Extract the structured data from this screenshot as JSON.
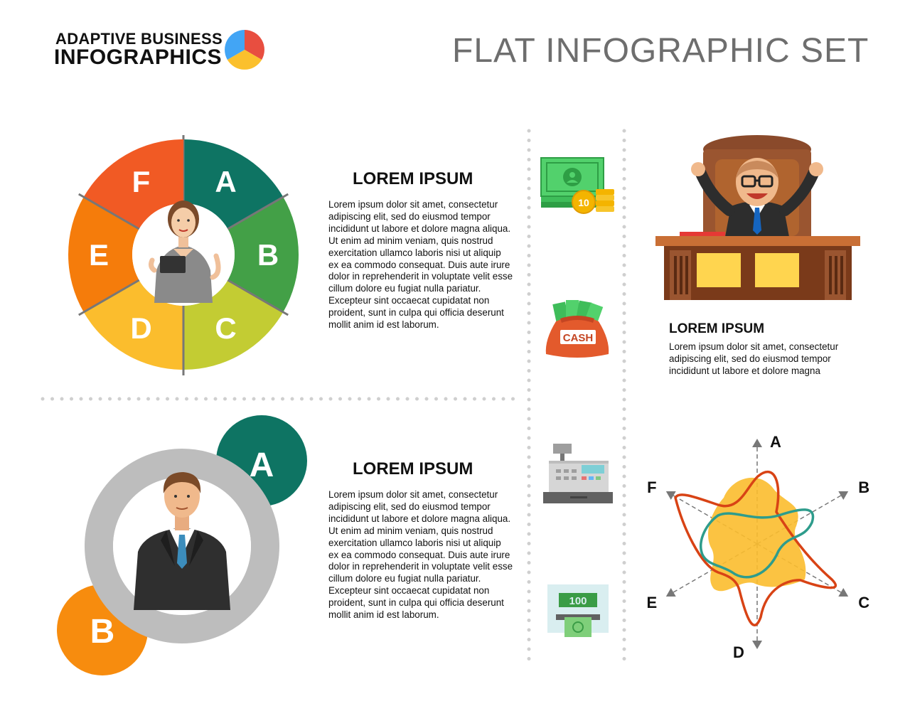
{
  "header": {
    "brand_line1": "ADAPTIVE BUSINESS",
    "brand_line2": "INFOGRAPHICS",
    "title": "FLAT INFOGRAPHIC SET"
  },
  "ring": {
    "segments": [
      {
        "label": "A",
        "color": "#0e7463"
      },
      {
        "label": "B",
        "color": "#43a047"
      },
      {
        "label": "C",
        "color": "#c3cc33"
      },
      {
        "label": "D",
        "color": "#fbbd2d"
      },
      {
        "label": "E",
        "color": "#f57c0b"
      },
      {
        "label": "F",
        "color": "#f15a24"
      }
    ]
  },
  "block1": {
    "heading": "LOREM IPSUM",
    "body": "Lorem ipsum dolor sit amet, consectetur adipiscing elit, sed do eiusmod tempor incididunt ut labore et dolore magna aliqua. Ut enim ad minim veniam, quis nostrud exercitation ullamco laboris nisi ut aliquip ex ea commodo consequat. Duis aute irure dolor in reprehenderit in voluptate velit esse cillum dolore eu fugiat nulla pariatur. Excepteur sint occaecat cupidatat non proident, sunt in culpa qui officia deserunt mollit anim id est laborum."
  },
  "block2": {
    "heading": "LOREM IPSUM",
    "body": "Lorem ipsum dolor sit amet, consectetur adipiscing elit, sed do eiusmod tempor incididunt ut labore et dolore magna aliqua. Ut enim ad minim veniam, quis nostrud exercitation ullamco laboris nisi ut aliquip ex ea commodo consequat. Duis aute irure dolor in reprehenderit in voluptate velit esse cillum dolore eu fugiat nulla pariatur. Excepteur sint occaecat cupidatat non proident, sunt in culpa qui officia deserunt mollit anim id est laborum."
  },
  "block3": {
    "heading": "LOREM IPSUM",
    "body": "Lorem ipsum dolor sit amet, consectetur adipiscing elit, sed do eiusmod tempor incididunt ut labore et dolore magna"
  },
  "bubbles": {
    "a_label": "A",
    "a_color": "#0e7463",
    "b_label": "B",
    "b_color": "#f78c0e",
    "ring_color": "#bdbdbd"
  },
  "icons": {
    "coin_label": "10",
    "cash_label": "CASH",
    "atm_label": "100"
  },
  "radar": {
    "axes": [
      "A",
      "B",
      "C",
      "D",
      "E",
      "F"
    ],
    "colors": {
      "fill": "#fbbd2d",
      "red": "#d84315",
      "teal": "#2e9c8c"
    }
  }
}
